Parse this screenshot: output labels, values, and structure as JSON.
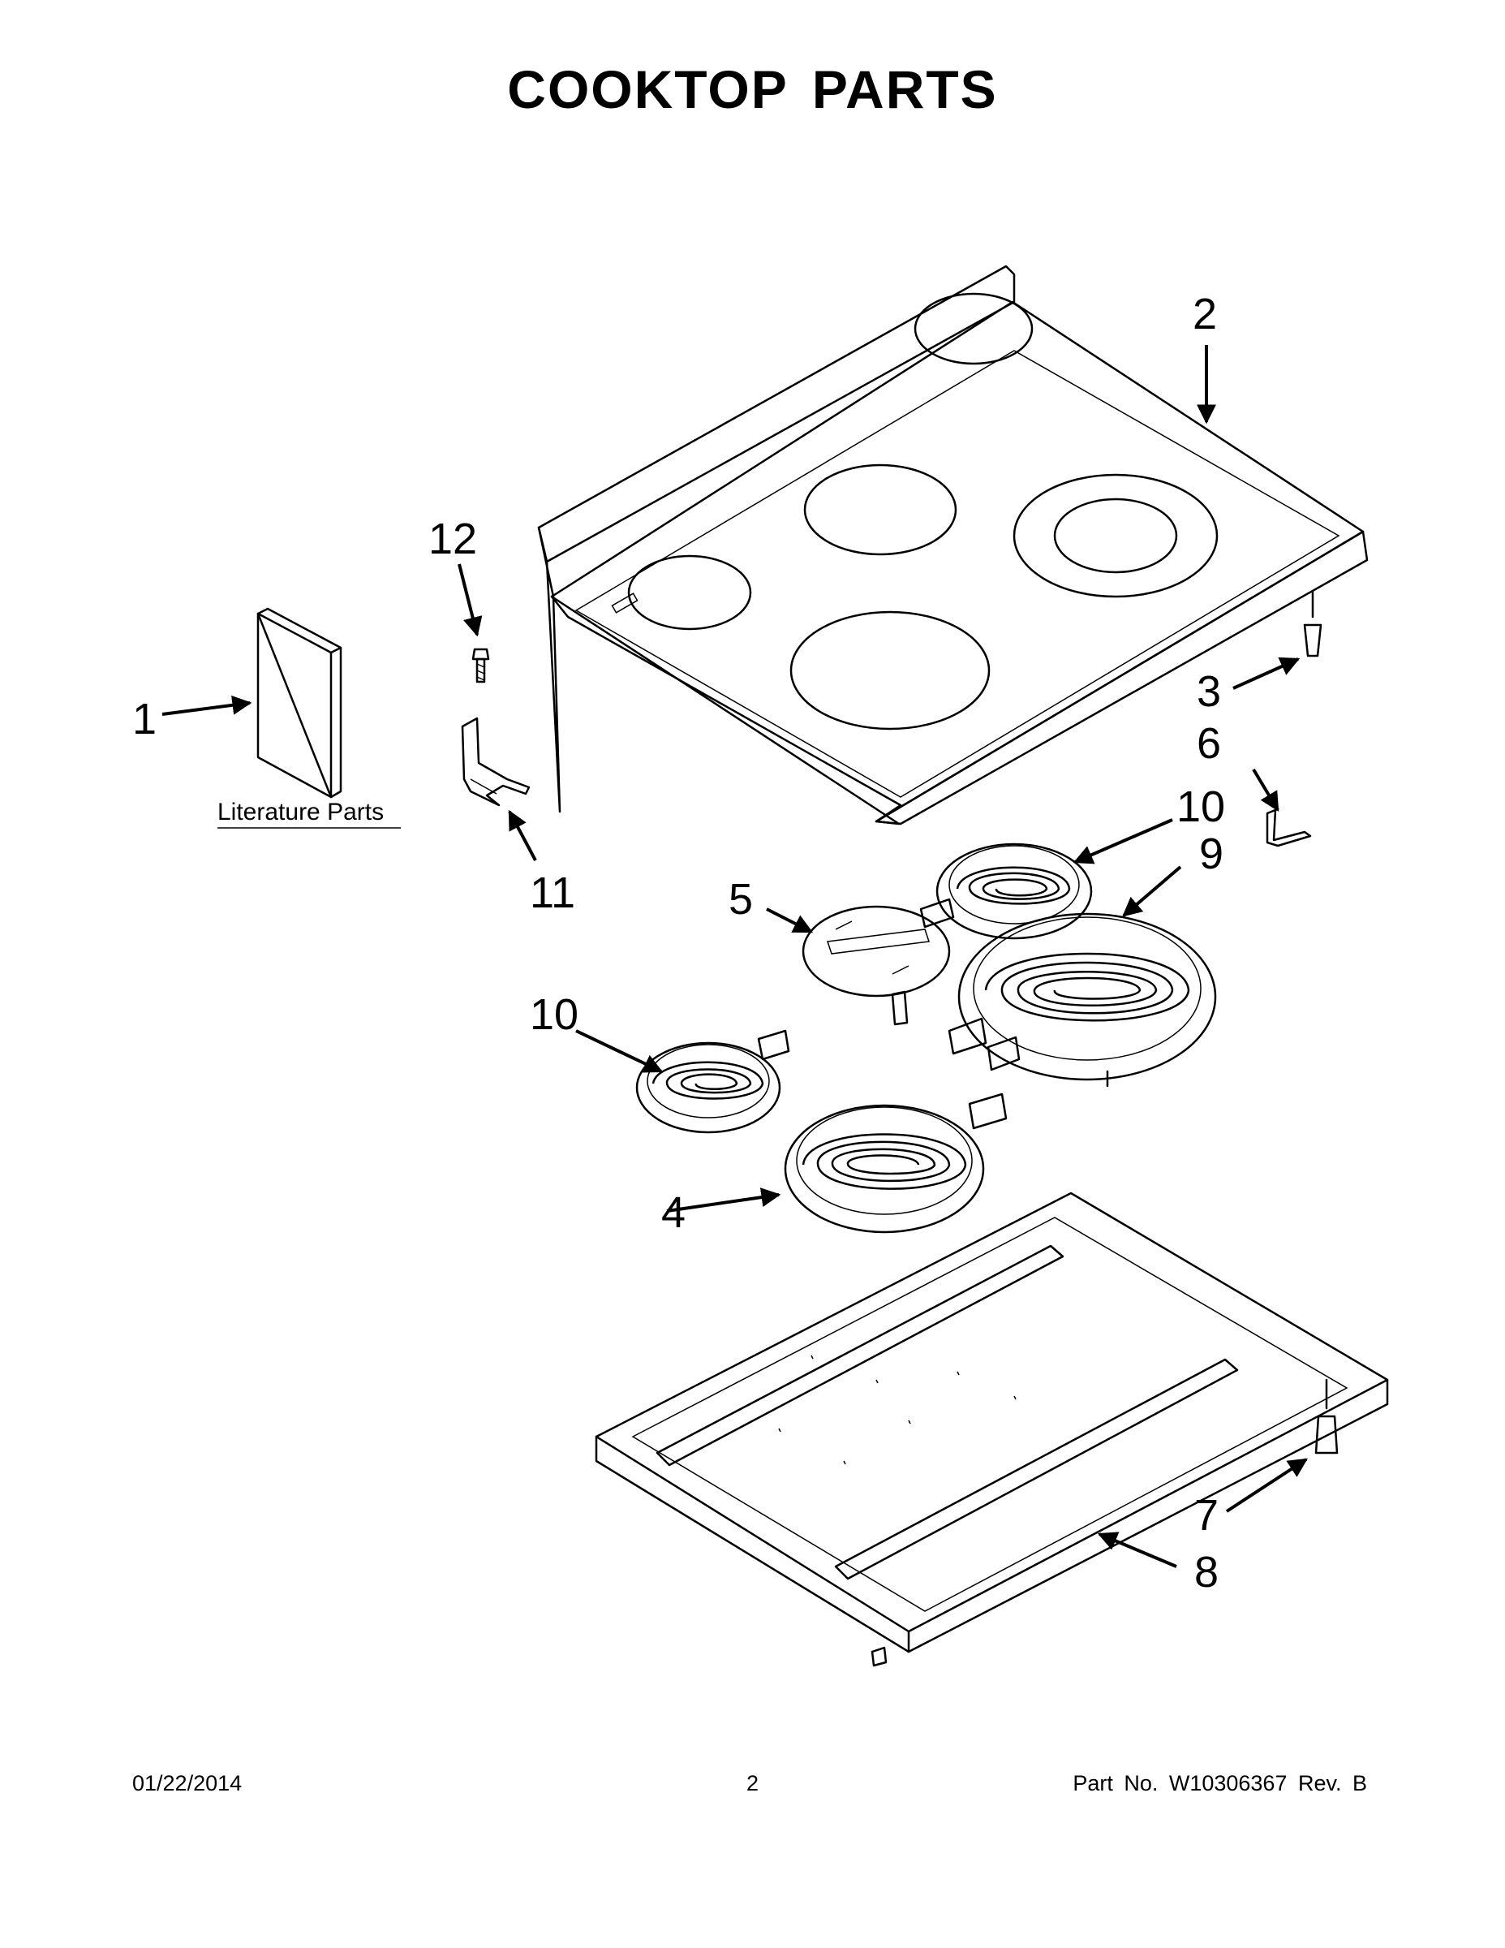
{
  "title": "COOKTOP PARTS",
  "literature_label": "Literature Parts",
  "callouts": [
    "1",
    "2",
    "3",
    "4",
    "5",
    "6",
    "7",
    "8",
    "9",
    "10",
    "10",
    "11",
    "12"
  ],
  "footer": {
    "date": "01/22/2014",
    "page": "2",
    "part_no": "Part No.  W10306367  Rev.  B"
  }
}
